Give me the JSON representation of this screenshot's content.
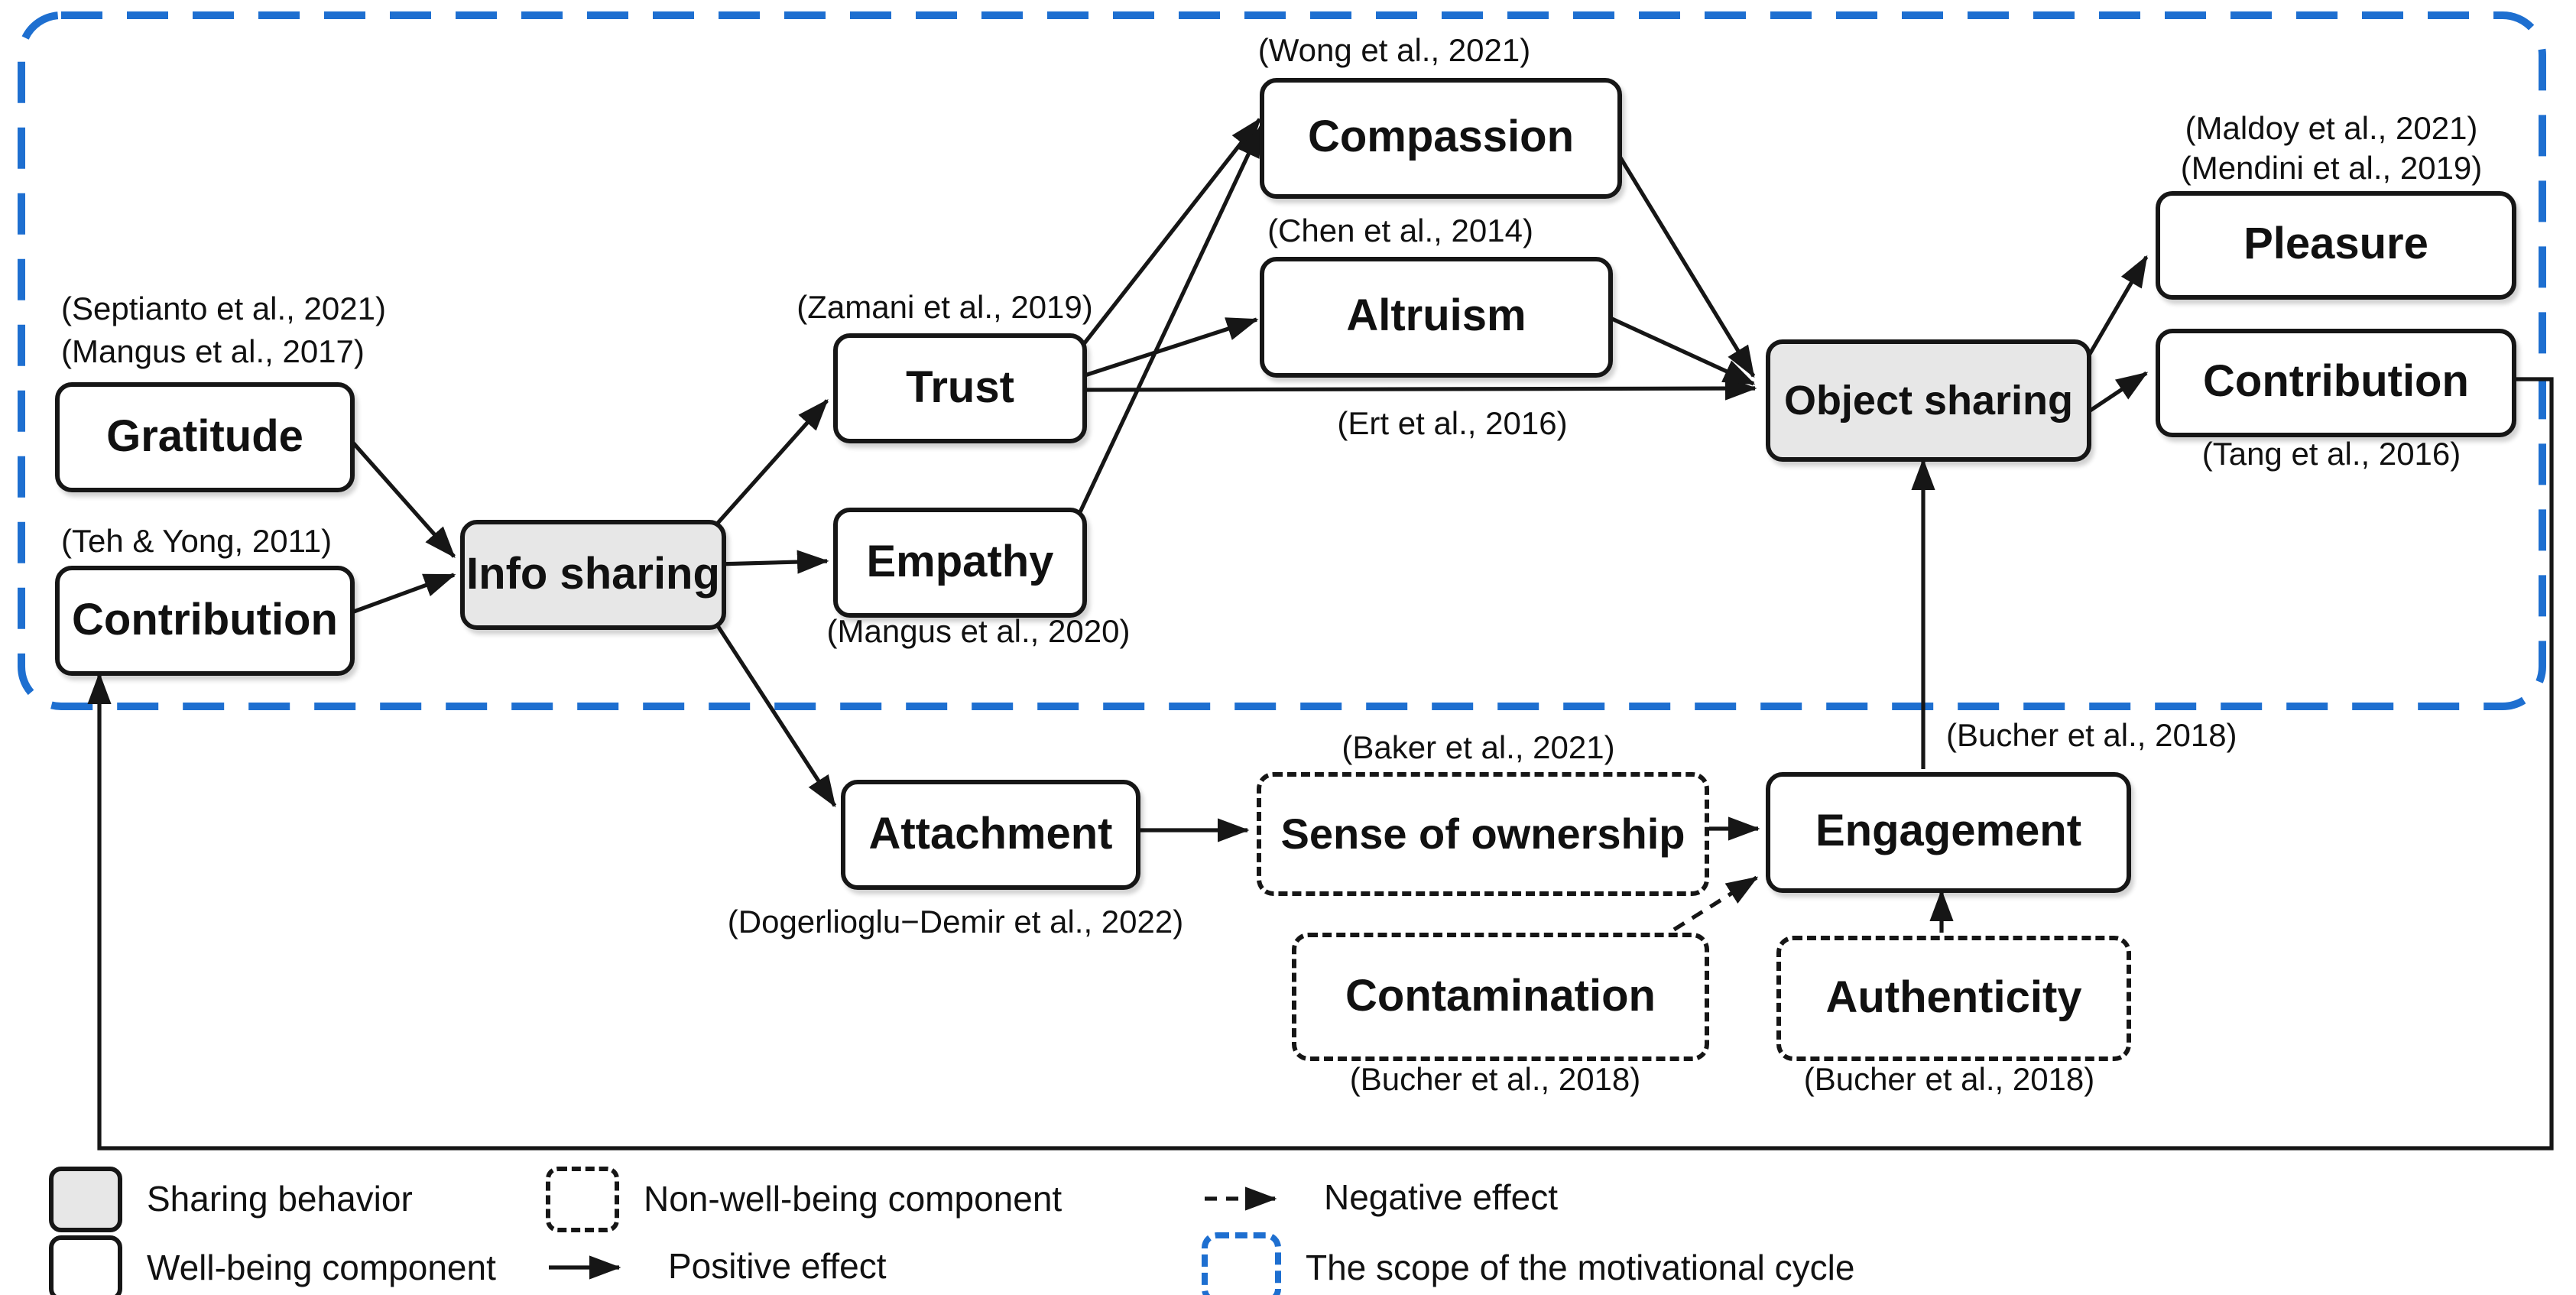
{
  "diagram": {
    "nodes": {
      "gratitude": {
        "label": "Gratitude",
        "citations_above": [
          "(Septianto et al., 2021)",
          "(Mangus et al., 2017)"
        ]
      },
      "contribution_left": {
        "label": "Contribution",
        "citations_above": [
          "(Teh & Yong, 2011)"
        ]
      },
      "info_sharing": {
        "label": "Info sharing"
      },
      "trust": {
        "label": "Trust",
        "citations_above": [
          "(Zamani et al., 2019)"
        ]
      },
      "empathy": {
        "label": "Empathy",
        "citations_below": [
          "(Mangus et al., 2020)"
        ]
      },
      "compassion": {
        "label": "Compassion",
        "citations_above": [
          "(Wong et al., 2021)"
        ]
      },
      "altruism": {
        "label": "Altruism",
        "citations_above": [
          "(Chen et al., 2014)"
        ]
      },
      "object_sharing": {
        "label": "Object sharing"
      },
      "pleasure": {
        "label": "Pleasure",
        "citations_above": [
          "(Maldoy et al., 2021)",
          "(Mendini et al., 2019)"
        ]
      },
      "contribution_right": {
        "label": "Contribution",
        "citations_below": [
          "(Tang et al., 2016)"
        ]
      },
      "attachment": {
        "label": "Attachment",
        "citations_below": [
          "(Dogerlioglu−Demir et al., 2022)"
        ]
      },
      "sense_of_ownership": {
        "label": "Sense of ownership",
        "citations_above": [
          "(Baker et al., 2021)"
        ]
      },
      "engagement": {
        "label": "Engagement"
      },
      "contamination": {
        "label": "Contamination",
        "citations_below": [
          "(Bucher et al., 2018)"
        ]
      },
      "authenticity": {
        "label": "Authenticity",
        "citations_below": [
          "(Bucher et al., 2018)"
        ]
      }
    },
    "edge_labels": {
      "trust_object": "(Ert et al., 2016)",
      "engagement_object": "(Bucher et al., 2018)"
    },
    "legend": {
      "items": [
        {
          "label": "Sharing behavior"
        },
        {
          "label": "Well-being component"
        },
        {
          "label": "Non-well-being component"
        },
        {
          "label": "Positive effect"
        },
        {
          "label": "Negative effect"
        },
        {
          "label": "The scope of the motivational cycle"
        }
      ]
    },
    "colors": {
      "scope_blue": "#1e6fd0",
      "sharing_fill": "#e7e7e7",
      "line_black": "#161616"
    }
  }
}
